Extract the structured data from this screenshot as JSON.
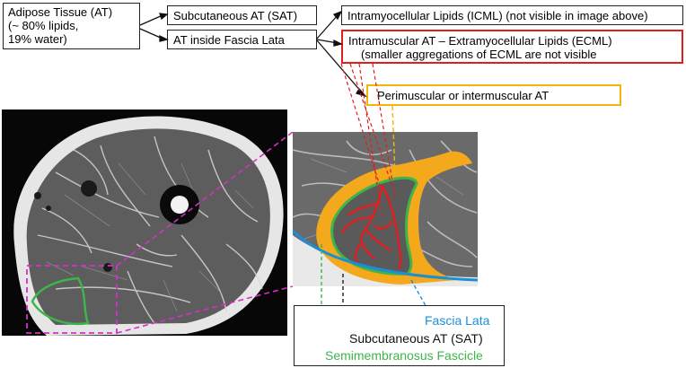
{
  "boxes": {
    "adipose": {
      "line1": "Adipose Tissue (AT)",
      "line2": "(~ 80% lipids,",
      "line3": "19% water)"
    },
    "sat": "Subcutaneous AT (SAT)",
    "fascia_lata_at": "AT inside Fascia Lata",
    "icml": "Intramyocellular Lipids (ICML) (not visible in image above)",
    "ecml": {
      "line1": "Intramuscular AT – Extramyocellular Lipids (ECML)",
      "line2": "(smaller aggregations of ECML are not visible"
    },
    "perimuscular": "Perimuscular or intermuscular AT"
  },
  "legend": {
    "fascia_lata": "Fascia Lata",
    "sat": "Subcutaneous AT (SAT)",
    "semimembranosus": "Semimembranosus Fascicle"
  },
  "colors": {
    "red": "#e01e1e",
    "yellow": "#f2b705",
    "green": "#3db54a",
    "blue": "#1a8fd6",
    "magenta": "#d62fc8",
    "fat_overlay": "#f4a81c"
  }
}
